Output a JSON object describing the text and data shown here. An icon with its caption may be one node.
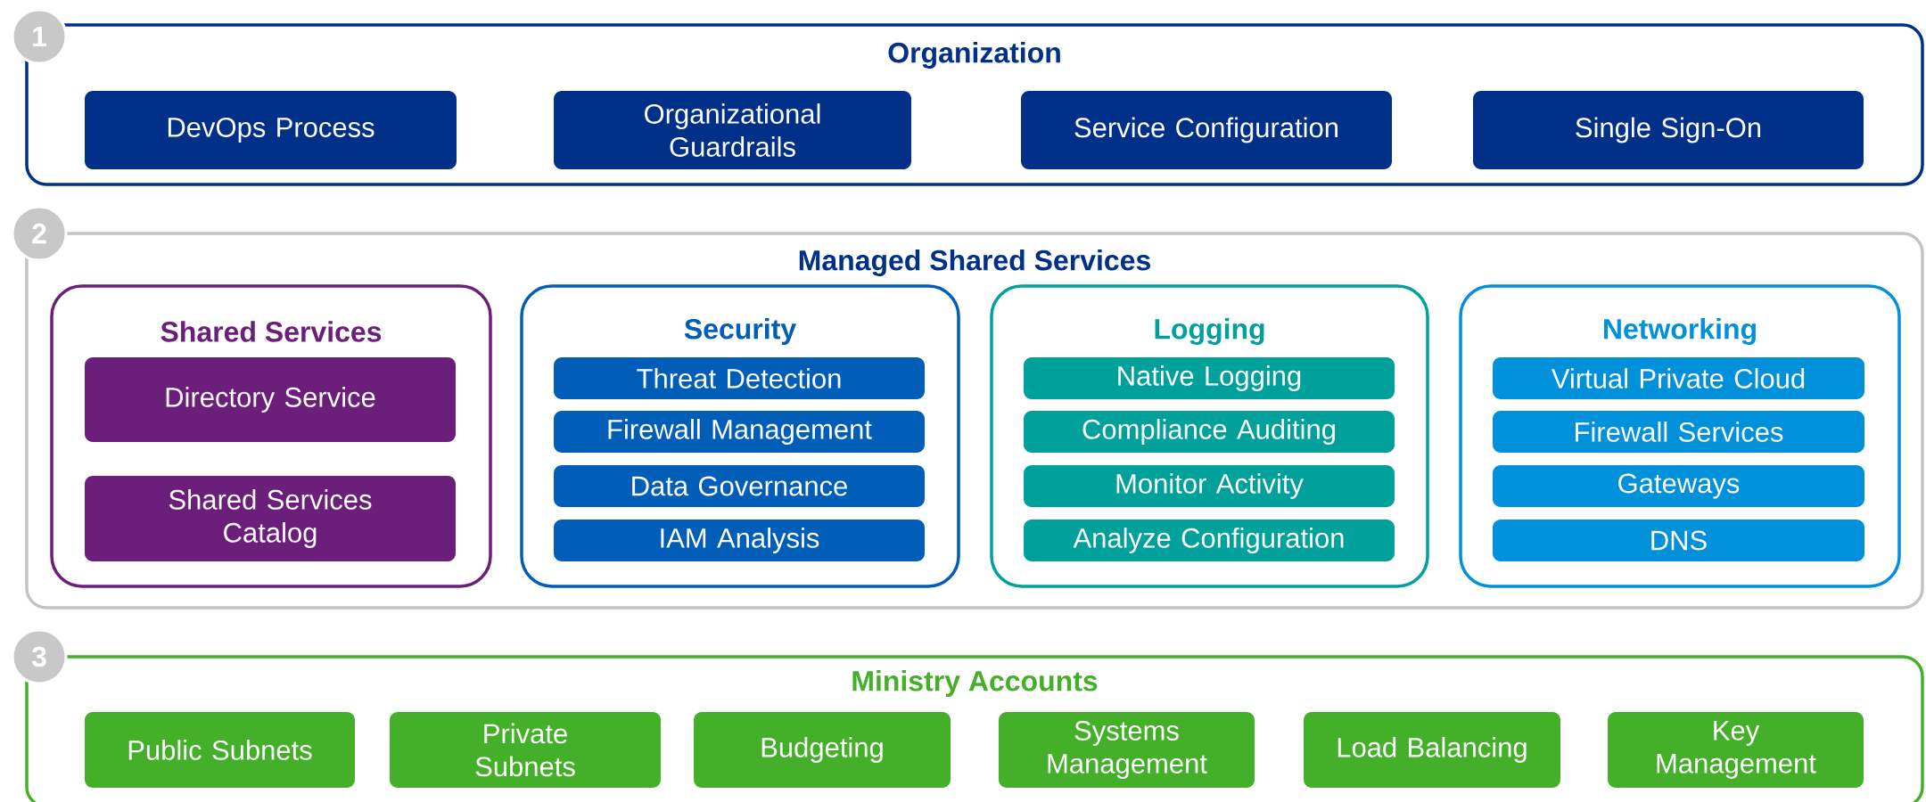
{
  "diagram": {
    "nodes": [
      {
        "text": [
          "1"
        ]
      },
      {
        "text": [
          "Organization"
        ]
      },
      {
        "text": [
          "DevOps Process"
        ],
        "in": 1
      },
      {
        "text": [
          "Organizational Guardrails"
        ],
        "in": 1
      },
      {
        "text": [
          "Service Configuration"
        ],
        "in": 1
      },
      {
        "text": [
          "Single Sign-On"
        ],
        "in": 1
      },
      {
        "text": [
          "2"
        ]
      },
      {
        "text": [
          "Managed Shared Services"
        ]
      },
      {
        "text": [
          "Shared Services"
        ],
        "in": 7
      },
      {
        "text": [
          "Directory Service"
        ],
        "in": 8
      },
      {
        "text": [
          "Shared Services Catalog"
        ],
        "in": 8
      },
      {
        "text": [
          "Security"
        ],
        "in": 7
      },
      {
        "text": [
          "Threat Detection"
        ],
        "in": 11
      },
      {
        "text": [
          "Firewall Management"
        ],
        "in": 11
      },
      {
        "text": [
          "Data Governance"
        ],
        "in": 11
      },
      {
        "text": [
          "IAM Analysis"
        ],
        "in": 11
      },
      {
        "text": [
          "Logging"
        ],
        "in": 7
      },
      {
        "text": [
          "Native Logging"
        ],
        "in": 16
      },
      {
        "text": [
          "Compliance Auditing"
        ],
        "in": 16
      },
      {
        "text": [
          "Monitor Activity"
        ],
        "in": 16
      },
      {
        "text": [
          "Analyze Configuration"
        ],
        "in": 16
      },
      {
        "text": [
          "Networking"
        ],
        "in": 7
      },
      {
        "text": [
          "Virtual Private Cloud"
        ],
        "in": 21
      },
      {
        "text": [
          "Firewall Services"
        ],
        "in": 21
      },
      {
        "text": [
          "Gateways"
        ],
        "in": 21
      },
      {
        "text": [
          "DNS"
        ],
        "in": 21
      },
      {
        "text": [
          "3"
        ]
      },
      {
        "text": [
          "Ministry Accounts"
        ]
      },
      {
        "text": [
          "Public Subnets"
        ],
        "in": 27
      },
      {
        "text": [
          "Private Subnets"
        ],
        "in": 27
      },
      {
        "text": [
          "Budgeting"
        ],
        "in": 27
      },
      {
        "text": [
          "Systems Management"
        ],
        "in": 27
      },
      {
        "text": [
          "Load Balancing"
        ],
        "in": 27
      },
      {
        "text": [
          "Key Management"
        ],
        "in": 27
      }
    ]
  }
}
